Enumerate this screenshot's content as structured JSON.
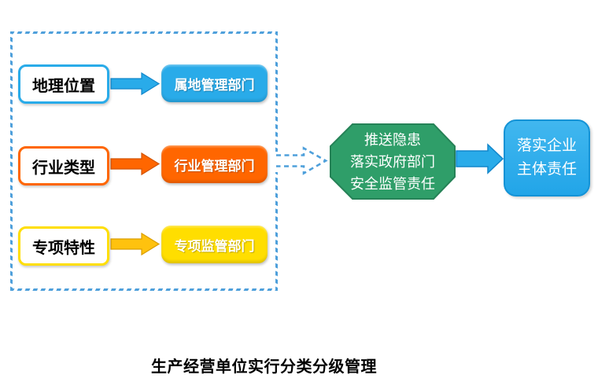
{
  "caption": "生产经营单位实行分类分级管理",
  "palette": {
    "dashed_border_blue": "#4FA0DB",
    "blue": "#29ABE9",
    "orange": "#FF6600",
    "yellow": "#FFDE00",
    "arrow_yellow": "#FFC20E",
    "green": "#2F9E69"
  },
  "classification_panel": {
    "rows": [
      {
        "factor": "地理位置",
        "department": "属地管理部门",
        "color": "#29ABE9"
      },
      {
        "factor": "行业类型",
        "department": "行业管理部门",
        "color": "#FF6600"
      },
      {
        "factor": "专项特性",
        "department": "专项监管部门",
        "color": "#FFDE00"
      }
    ]
  },
  "government_node": {
    "line1": "推送隐患",
    "line2": "落实政府部门",
    "line3": "安全监管责任",
    "color": "#2F9E69"
  },
  "enterprise_node": {
    "line1": "落实企业",
    "line2": "主体责任",
    "color": "#29ABE9"
  }
}
